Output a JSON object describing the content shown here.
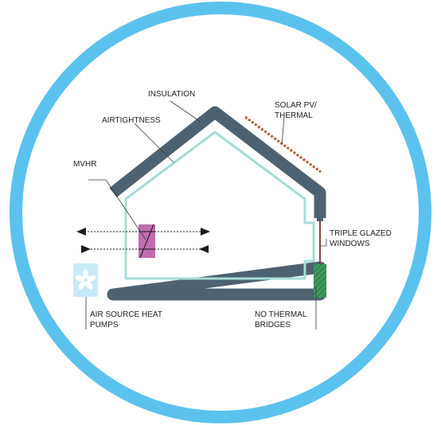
{
  "colors": {
    "ring": "#5bc2ee",
    "insulation": "#4e6170",
    "airtight": "#a7dcd6",
    "mvhr": "#c06dae",
    "solar": "#b25b38",
    "thermal_bridge": "#3f9a5d",
    "fan_box": "#c8e9f7",
    "fan_blade": "#ffffff",
    "leader": "#3a3a3a",
    "arrow": "#1a1a1a",
    "text": "#1e1e1e"
  },
  "icons": {
    "fan": "fan-icon",
    "solar_panel": "solar-panel-icon",
    "mvhr_unit": "heat-exchanger-icon"
  },
  "labels": {
    "insulation": "INSULATION",
    "airtightness": "AIRTIGHTNESS",
    "solar_line1": "SOLAR PV/",
    "solar_line2": "THERMAL",
    "mvhr": "MVHR",
    "windows_line1": "TRIPLE GLAZED",
    "windows_line2": "WINDOWS",
    "heat_pump_line1": "AIR SOURCE HEAT",
    "heat_pump_line2": "PUMPS",
    "thermal_line1": "NO THERMAL",
    "thermal_line2": "BRIDGES"
  }
}
